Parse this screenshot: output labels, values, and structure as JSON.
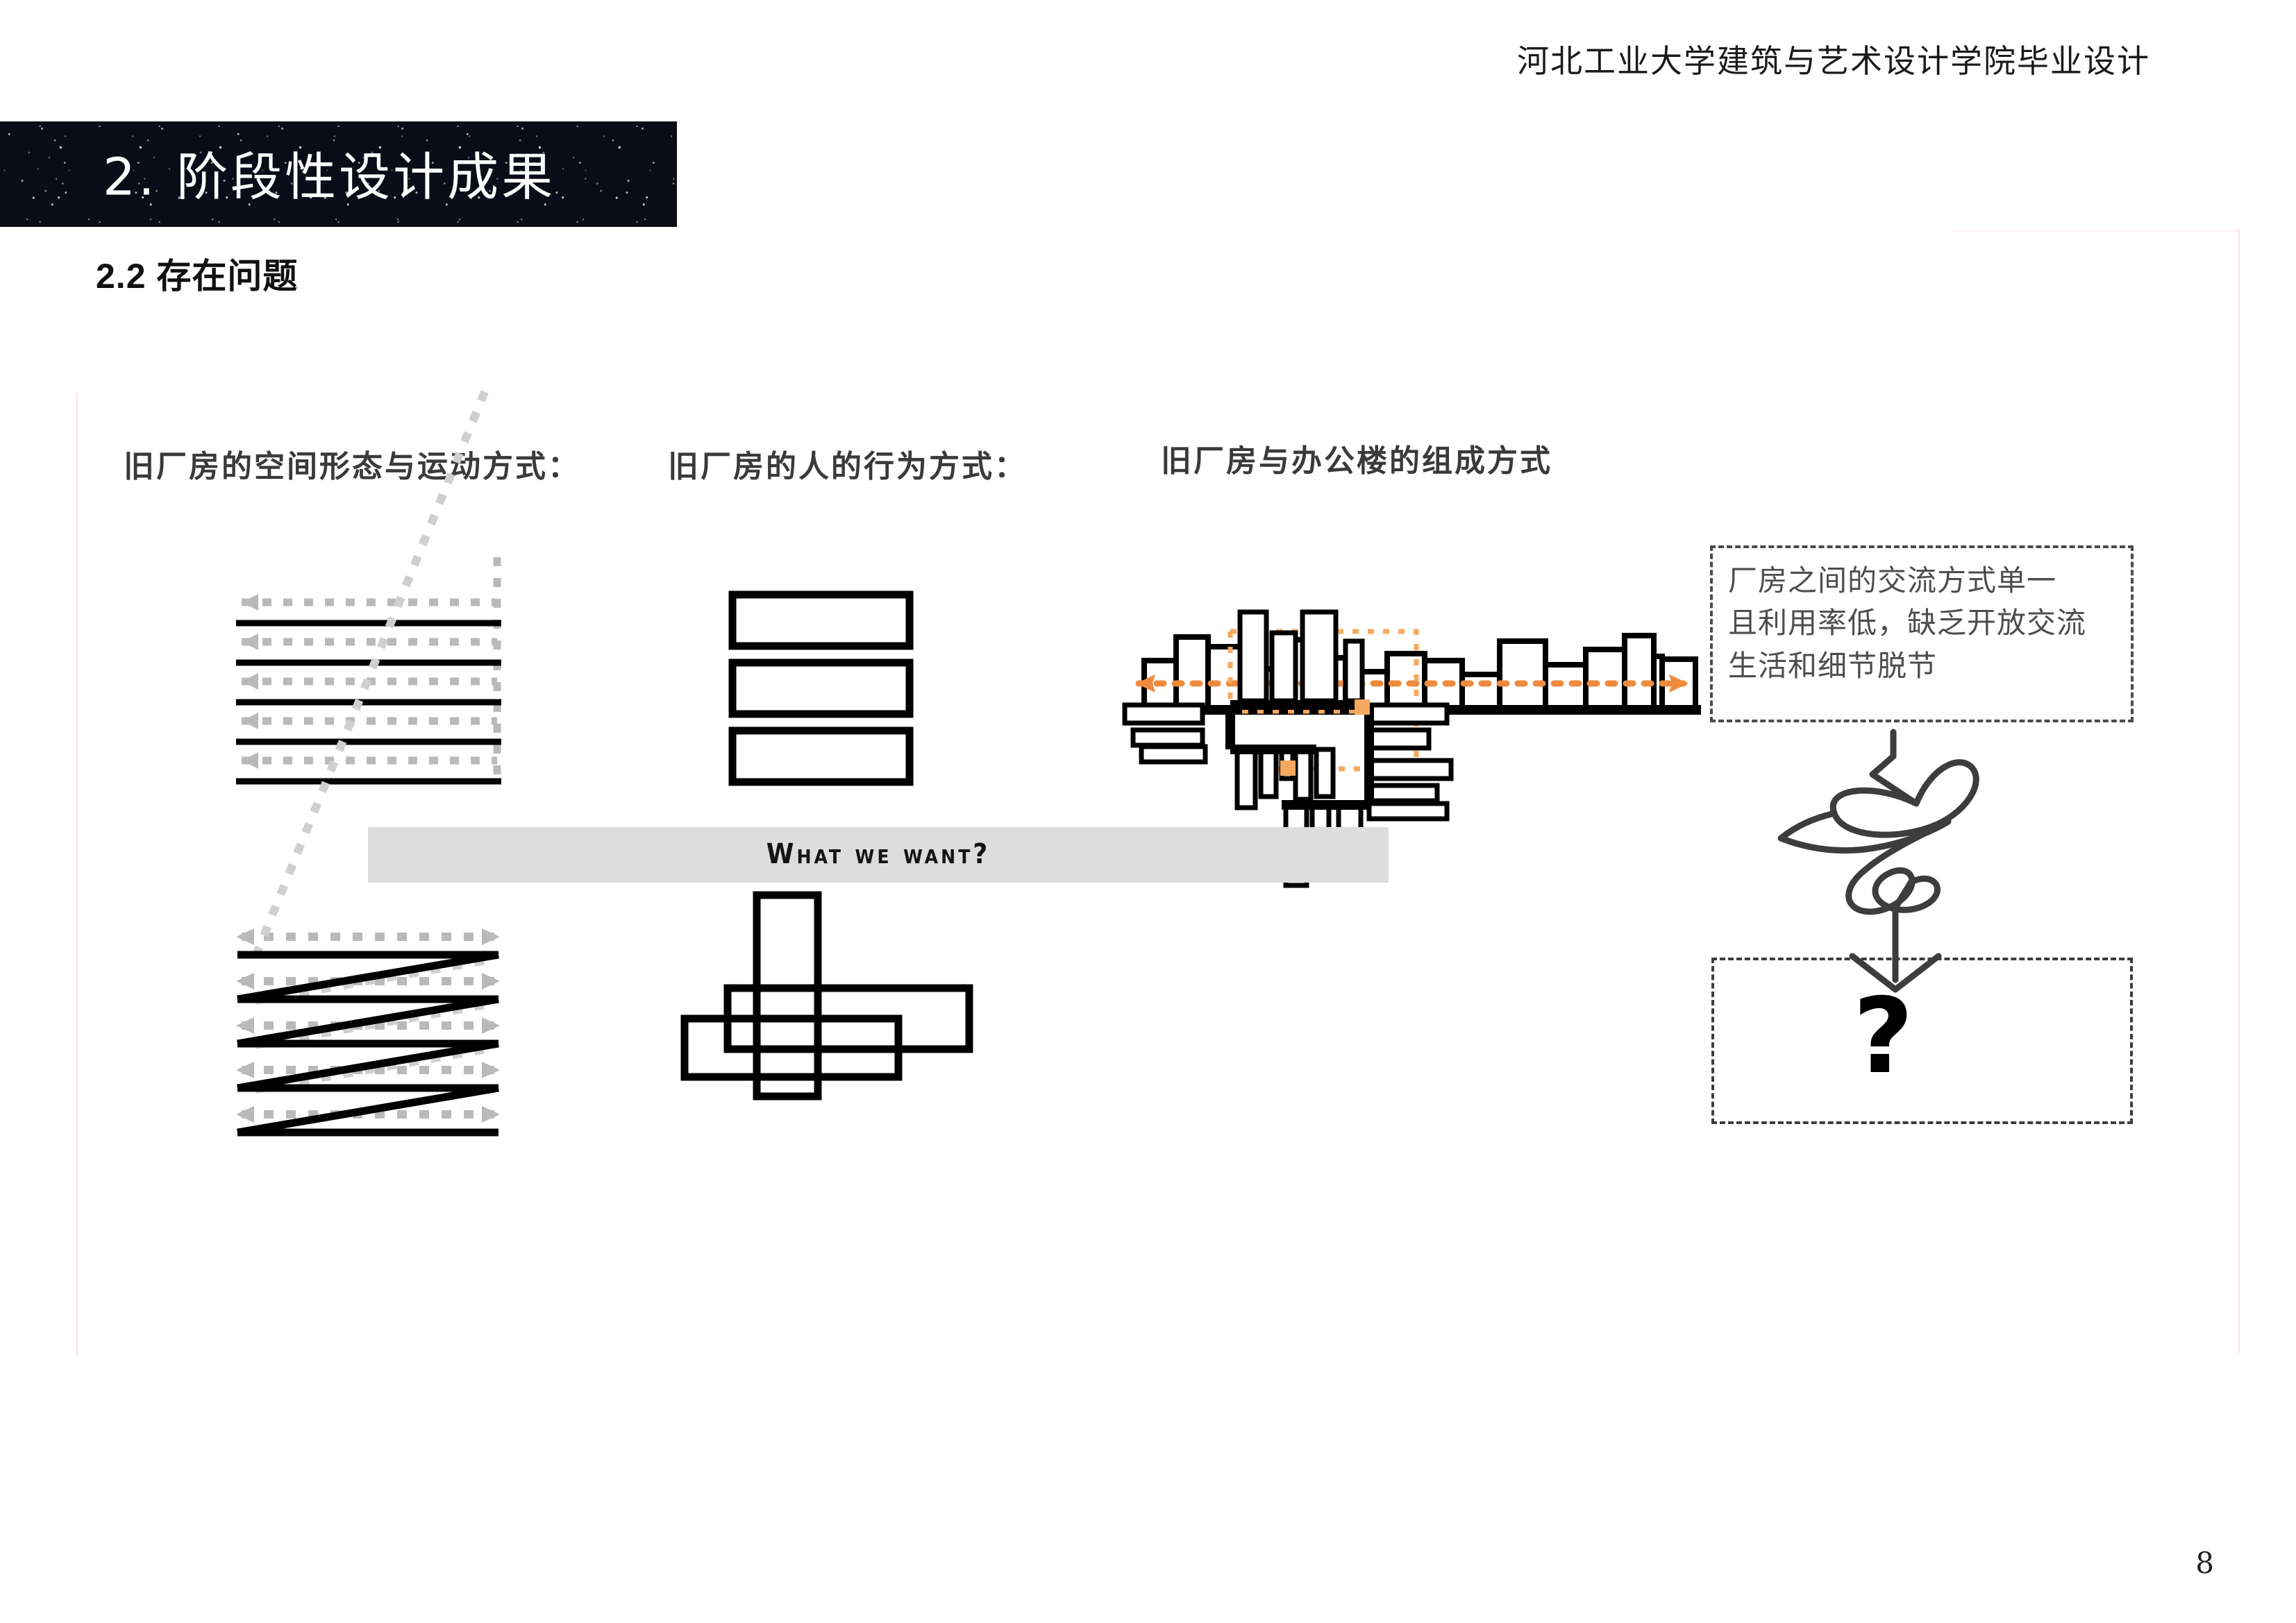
{
  "page": {
    "header_title": "河北工业大学建筑与艺术设计学院毕业设计",
    "page_number": "8",
    "background_color": "#ffffff"
  },
  "section_banner": {
    "title": "2. 阶段性设计成果",
    "background_color": "#0a0d18",
    "text_color": "#ffffff"
  },
  "subsection": {
    "title": "2.2 存在问题"
  },
  "figure": {
    "column_captions": {
      "space_and_movement": "旧厂房的空间形态与运动方式：",
      "human_behavior": "旧厂房的人的行为方式：",
      "composition": "旧厂房与办公楼的组成方式"
    },
    "divider_banner": {
      "label": "What we want?",
      "background_color": "#dddddd"
    },
    "accent_color": "#f08a3c",
    "annotations": {
      "problem_note": "厂房之间的交流方式单一\n且利用率低，缺乏开放交流\n生活和细节脱节",
      "question_mark": "?"
    },
    "diagrams": {
      "existing_circulation": {
        "name": "parallel-linear-circulation",
        "rows": 5,
        "description": "平行单向流线：灰色虚线箭头与黑色实线楼板交替排列"
      },
      "existing_behavior": {
        "name": "stacked-separate-boxes",
        "boxes": 3,
        "description": "三个互不相连的独立矩形体量"
      },
      "existing_composition": {
        "name": "flat-skyline-row",
        "bars": 17,
        "bar_heights": [
          58,
          90,
          78,
          46,
          86,
          72,
          52,
          70,
          62,
          48,
          84,
          56,
          68,
          88,
          60,
          50,
          64
        ],
        "description": "沿一条地面线排列的高低厂房体量，橙色虚线双向箭头贯穿"
      },
      "proposed_circulation": {
        "name": "zigzag-ramp-circulation",
        "rows": 5,
        "description": "折线坡道连接各层，形成连续双向流线"
      },
      "proposed_behavior": {
        "name": "interlocking-boxes",
        "boxes": 4,
        "description": "相互穿插咬合的矩形体量"
      },
      "proposed_composition": {
        "name": "pinwheel-cluster",
        "description": "以核心庭院为中心风车状辐射的体量群，橙色虚线控制框与节点"
      },
      "transform_arrow": {
        "name": "scribble-down-arrow",
        "description": "手绘缠绕线条汇聚成向下箭头"
      }
    }
  }
}
